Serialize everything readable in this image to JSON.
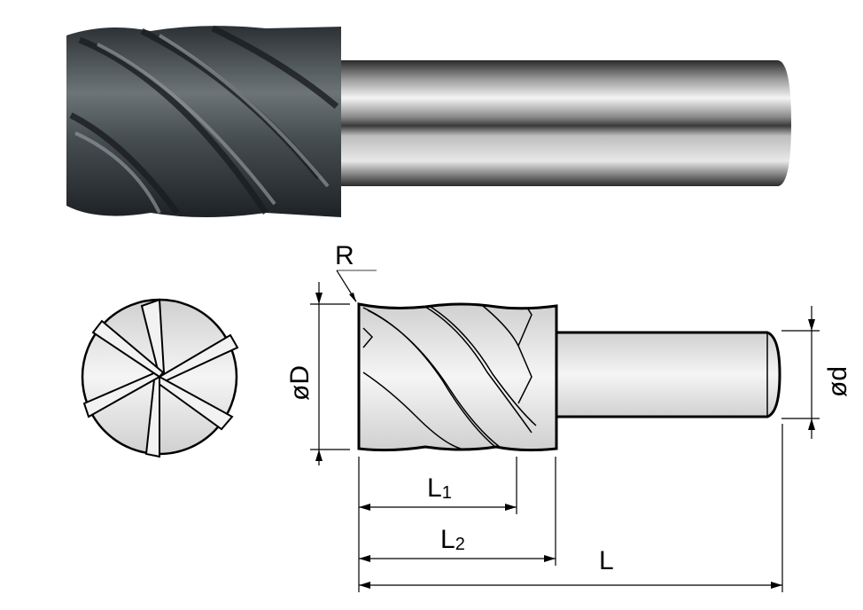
{
  "photo": {
    "subject": "end-mill-photo"
  },
  "drawing": {
    "labels": {
      "corner_radius": "R",
      "cutting_diameter": "øD",
      "shank_diameter": "ød",
      "flute_length_main": "L",
      "flute_length_sub": "1",
      "length_below_shank_main": "L",
      "length_below_shank_sub": "2",
      "overall_length": "L"
    }
  },
  "colors": {
    "outline": "#000000",
    "body_fill": "#e6e6e6",
    "photo_dark": "#3a4044"
  }
}
